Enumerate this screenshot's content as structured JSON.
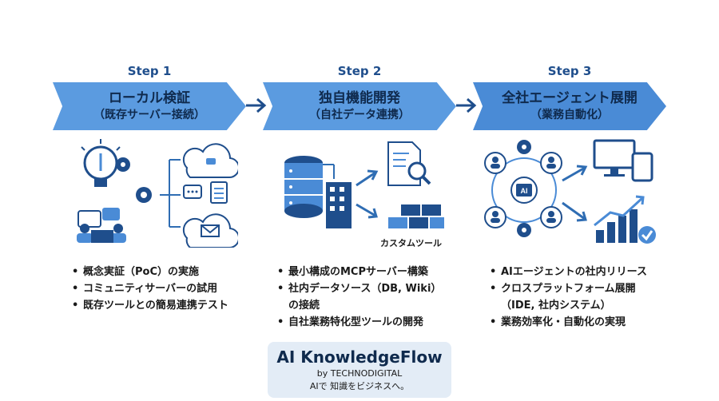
{
  "steps": [
    {
      "label": "Step 1",
      "title": "ローカル検証",
      "subtitle": "（既存サーバー接続）",
      "bullets": [
        "概念実証（PoC）の実施",
        "コミュニティサーバーの試用",
        "既存ツールとの簡易連携テスト"
      ]
    },
    {
      "label": "Step 2",
      "title": "独自機能開発",
      "subtitle": "（自社データ連携）",
      "bullets": [
        "最小構成のMCPサーバー構築",
        "社内データソース（DB, Wiki）",
        "の接続",
        "自社業務特化型ツールの開発"
      ],
      "custom_tool_label": "カスタムツール"
    },
    {
      "label": "Step 3",
      "title": "全社エージェント展開",
      "subtitle": "（業務自動化）",
      "bullets": [
        "AIエージェントの社内リリース",
        "クロスプラットフォーム展開",
        "（IDE, 社内システム）",
        "業務効率化・自動化の実現"
      ],
      "ai_chip_label": "AI"
    }
  ],
  "brand": {
    "name": "AI KnowledgeFlow",
    "by": "by TECHNODIGITAL",
    "tagline": "AIで 知識をビジネスへ。"
  },
  "colors": {
    "chevron": "#5b9be0",
    "chevron_dark": "#4a8bd6",
    "icon_dark": "#1f4e8c",
    "icon_mid": "#4a8bd6",
    "arrow": "#2f6db3",
    "brand_bg": "#e3ecf6"
  },
  "icons": [
    "lightbulb-icon",
    "gear-icon",
    "cloud-icon",
    "chat-icon",
    "checklist-icon",
    "mail-icon",
    "meeting-icon",
    "database-icon",
    "building-icon",
    "document-search-icon",
    "blocks-icon",
    "brain-icon",
    "user-icon",
    "monitor-icon",
    "tablet-icon",
    "growth-chart-icon",
    "checkmark-icon"
  ]
}
